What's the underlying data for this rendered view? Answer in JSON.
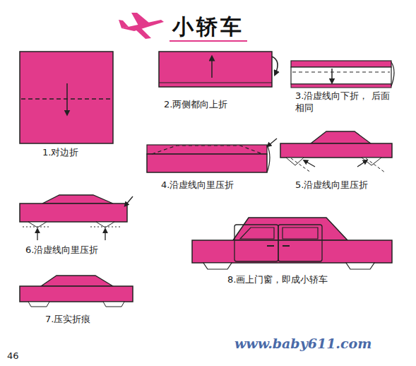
{
  "diagram": {
    "title": "小轿车",
    "labels": [
      "1.对边折",
      "2.两侧都向上折",
      "3.沿虚线向下折， 后面相同",
      "4.沿虚线向里压折",
      "5.沿虚线向里压折",
      "6.沿虚线向里压折",
      "7.压实折痕",
      "8.画上门窗，即成小轿车",
      "46",
      "www.baby611.com"
    ]
  }
}
